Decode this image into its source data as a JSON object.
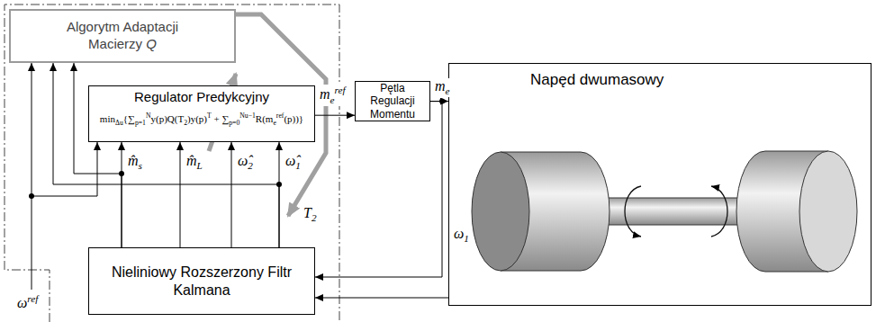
{
  "diagram": {
    "nodes": [
      {
        "text": [
          "Algorytm Adaptacji Macierzy Q"
        ]
      },
      {
        "text": [
          "Regulator Predykcyjny",
          "minΔu{∑p=1Ny(p)Q(T2)y(p)T + ∑p=0Nu−1R(meref(p))}"
        ]
      },
      {
        "text": [
          "Nieliniowy Rozszerzony Filtr Kalmana"
        ]
      },
      {
        "text": [
          "Pętla Regulacji Momentu"
        ]
      },
      {
        "text": [
          "Napęd dwumasowy"
        ]
      }
    ],
    "edges": [
      {
        "from": 1,
        "to": 3,
        "arrow": "to",
        "label": "meref"
      },
      {
        "from": 3,
        "to": 4,
        "arrow": "to",
        "label": "me"
      },
      {
        "from": 3,
        "to": 2,
        "arrow": "to"
      },
      {
        "from": 4,
        "to": 2,
        "arrow": "to",
        "label": "ω1"
      },
      {
        "from": 2,
        "to": 1,
        "arrow": "to",
        "label": "m̂s"
      },
      {
        "from": 2,
        "to": 1,
        "arrow": "to",
        "label": "m̂L"
      },
      {
        "from": 2,
        "to": 1,
        "arrow": "to",
        "label": "ω̂2"
      },
      {
        "from": 2,
        "to": 1,
        "arrow": "to",
        "label": "ω̂1"
      },
      {
        "from": 2,
        "to": 0,
        "arrow": "to"
      },
      {
        "from": 2,
        "to": 0,
        "arrow": "to"
      }
    ],
    "labels": [
      "T2",
      "ωref"
    ]
  }
}
